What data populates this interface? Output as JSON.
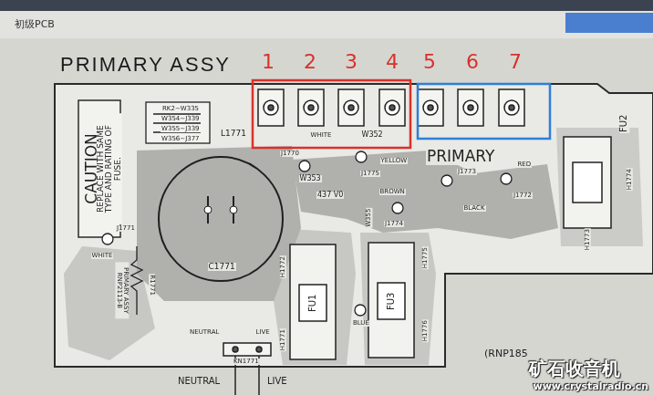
{
  "diagram": {
    "title": "PRIMARY ASSY",
    "labels": [
      "初级PCB",
      "1",
      "2",
      "3",
      "4",
      "5",
      "6",
      "7",
      "CAUTION",
      "REPLACE WITH SAME TYPE AND RATING OF FUSE.",
      "RK2~W335",
      "W354~J339",
      "W355~J339",
      "W356~J377",
      "L1771",
      "J1770",
      "WHITE",
      "W352",
      "W353",
      "J1775",
      "YELLOW",
      "437 V0",
      "BROWN",
      "J1773",
      "BLACK",
      "J1774",
      "W355",
      "PRIMARY",
      "RED",
      "J1772",
      "FU2",
      "H1774",
      "H1773",
      "C1771",
      "WHITE",
      "J1771",
      "R1771",
      "PRIMARY ASSY RNP2113-B",
      "H1772",
      "FU1",
      "H1771",
      "BLUE",
      "H1775",
      "FU3",
      "H1776",
      "NEUTRAL",
      "LIVE",
      "KN1771",
      "NEUTRAL",
      "LIVE",
      "(RNP185",
      "矿石收音机",
      "www.crystalradio.cn"
    ]
  }
}
